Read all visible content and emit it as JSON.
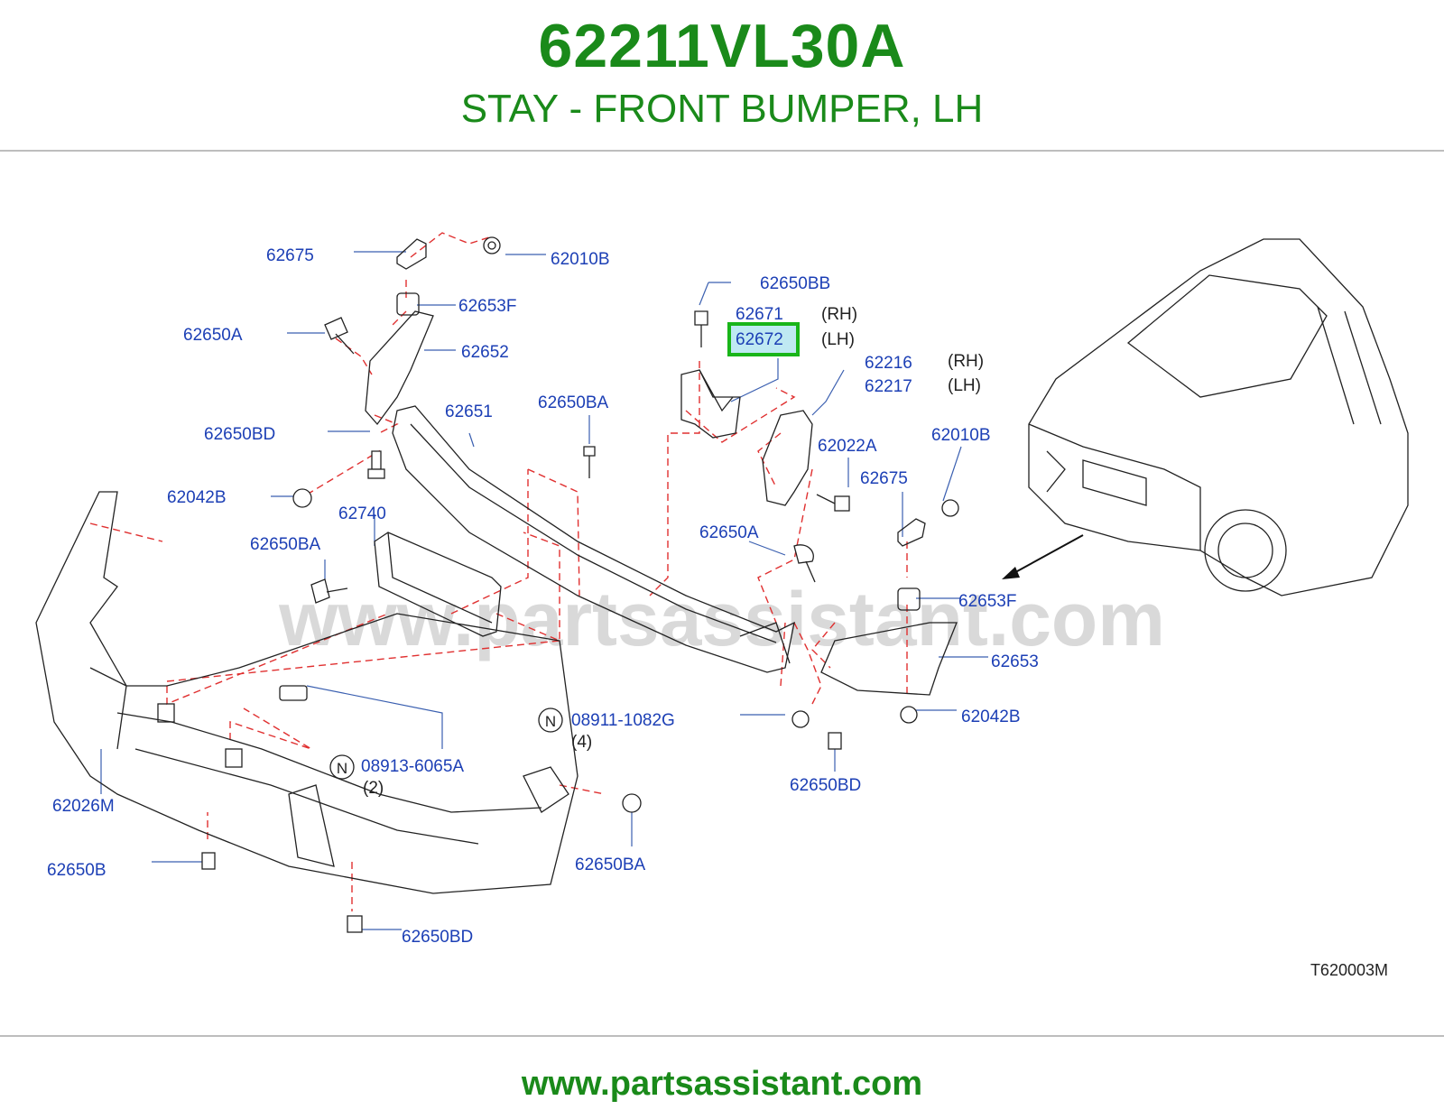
{
  "header": {
    "part_number": "62211VL30A",
    "description": "STAY - FRONT BUMPER, LH"
  },
  "diagram": {
    "watermark": "www.partsassistant.com",
    "figure_code": "T620003M",
    "highlighted_label": "62672",
    "labels": {
      "p62675_top": "62675",
      "p62010B_top": "62010B",
      "p62653F_top": "62653F",
      "p62650A_left": "62650A",
      "p62652": "62652",
      "p62651": "62651",
      "p62650BA_mid": "62650BA",
      "p62650BD_left": "62650BD",
      "p62042B_left": "62042B",
      "p62740": "62740",
      "p62650BA_left": "62650BA",
      "p62650BB": "62650BB",
      "p62671": "62671",
      "rh_1": "(RH)",
      "lh_1": "(LH)",
      "p62216": "62216",
      "rh_2": "(RH)",
      "p62217": "62217",
      "lh_2": "(LH)",
      "p62022A": "62022A",
      "p62010B_right": "62010B",
      "p62675_right": "62675",
      "p62650A_mid": "62650A",
      "p62653F_right": "62653F",
      "p62653": "62653",
      "p62042B_right": "62042B",
      "p08911": "08911-1082G",
      "qty_4": "(4)",
      "p62650BD_mid": "62650BD",
      "p08913": "08913-6065A",
      "qty_2": "(2)",
      "p62026M": "62026M",
      "p62650B": "62650B",
      "p62650BA_bottom": "62650BA",
      "p62650BD_bottom": "62650BD",
      "n_1": "N",
      "n_2": "N"
    }
  },
  "footer": {
    "url": "www.partsassistant.com"
  },
  "colors": {
    "brand_green": "#1a8a1a",
    "label_blue": "#1c3fb5",
    "leader_blue": "#3a5fb0",
    "dash_red": "#e03030",
    "highlight_box": "#19b519",
    "highlight_fill": "#bfe9f2"
  }
}
